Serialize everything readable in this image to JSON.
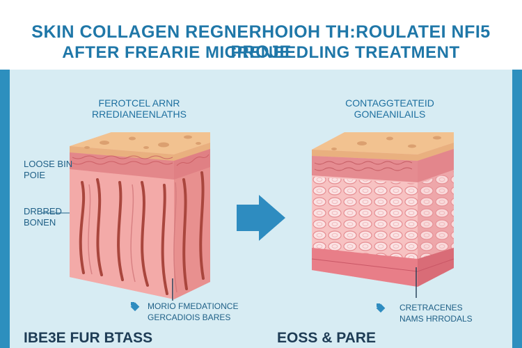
{
  "title": {
    "line1": "SKIN COLLAGEN REGNERHOIOH TH:ROULATEI NFI5 PROJE",
    "line2": "AFTER FREARIE MICRENEEDLING TREATMENT"
  },
  "left_panel": {
    "heading": [
      "FEROTCEL ARNR",
      "RREDIANEENLATHS"
    ],
    "label_top": [
      "LOOSE BIN",
      "POIE"
    ],
    "label_mid": [
      "DRBRED",
      "BONEN"
    ],
    "label_bottom": [
      "MORIO FMEDATIONCE",
      "GERCADIOIS BARES"
    ],
    "footer": "IBE3E FUR BTASS"
  },
  "right_panel": {
    "heading": [
      "CONTAGGTEATEID",
      "GONEANILAILS"
    ],
    "label_bottom": [
      "CRETRACENES",
      "NAMS HRRODALS"
    ],
    "footer": "EOSS & PARE"
  },
  "colors": {
    "background": "#2d8fbe",
    "panel": "#d7ecf3",
    "title_text": "#1f77a8",
    "skin_top": "#f2c290",
    "dermis": "#f0a7a8",
    "fibers": "#a9463d",
    "arrow": "#2e8cc0"
  },
  "icons": [
    "arrow-right-icon",
    "pointer-marker-icon"
  ]
}
